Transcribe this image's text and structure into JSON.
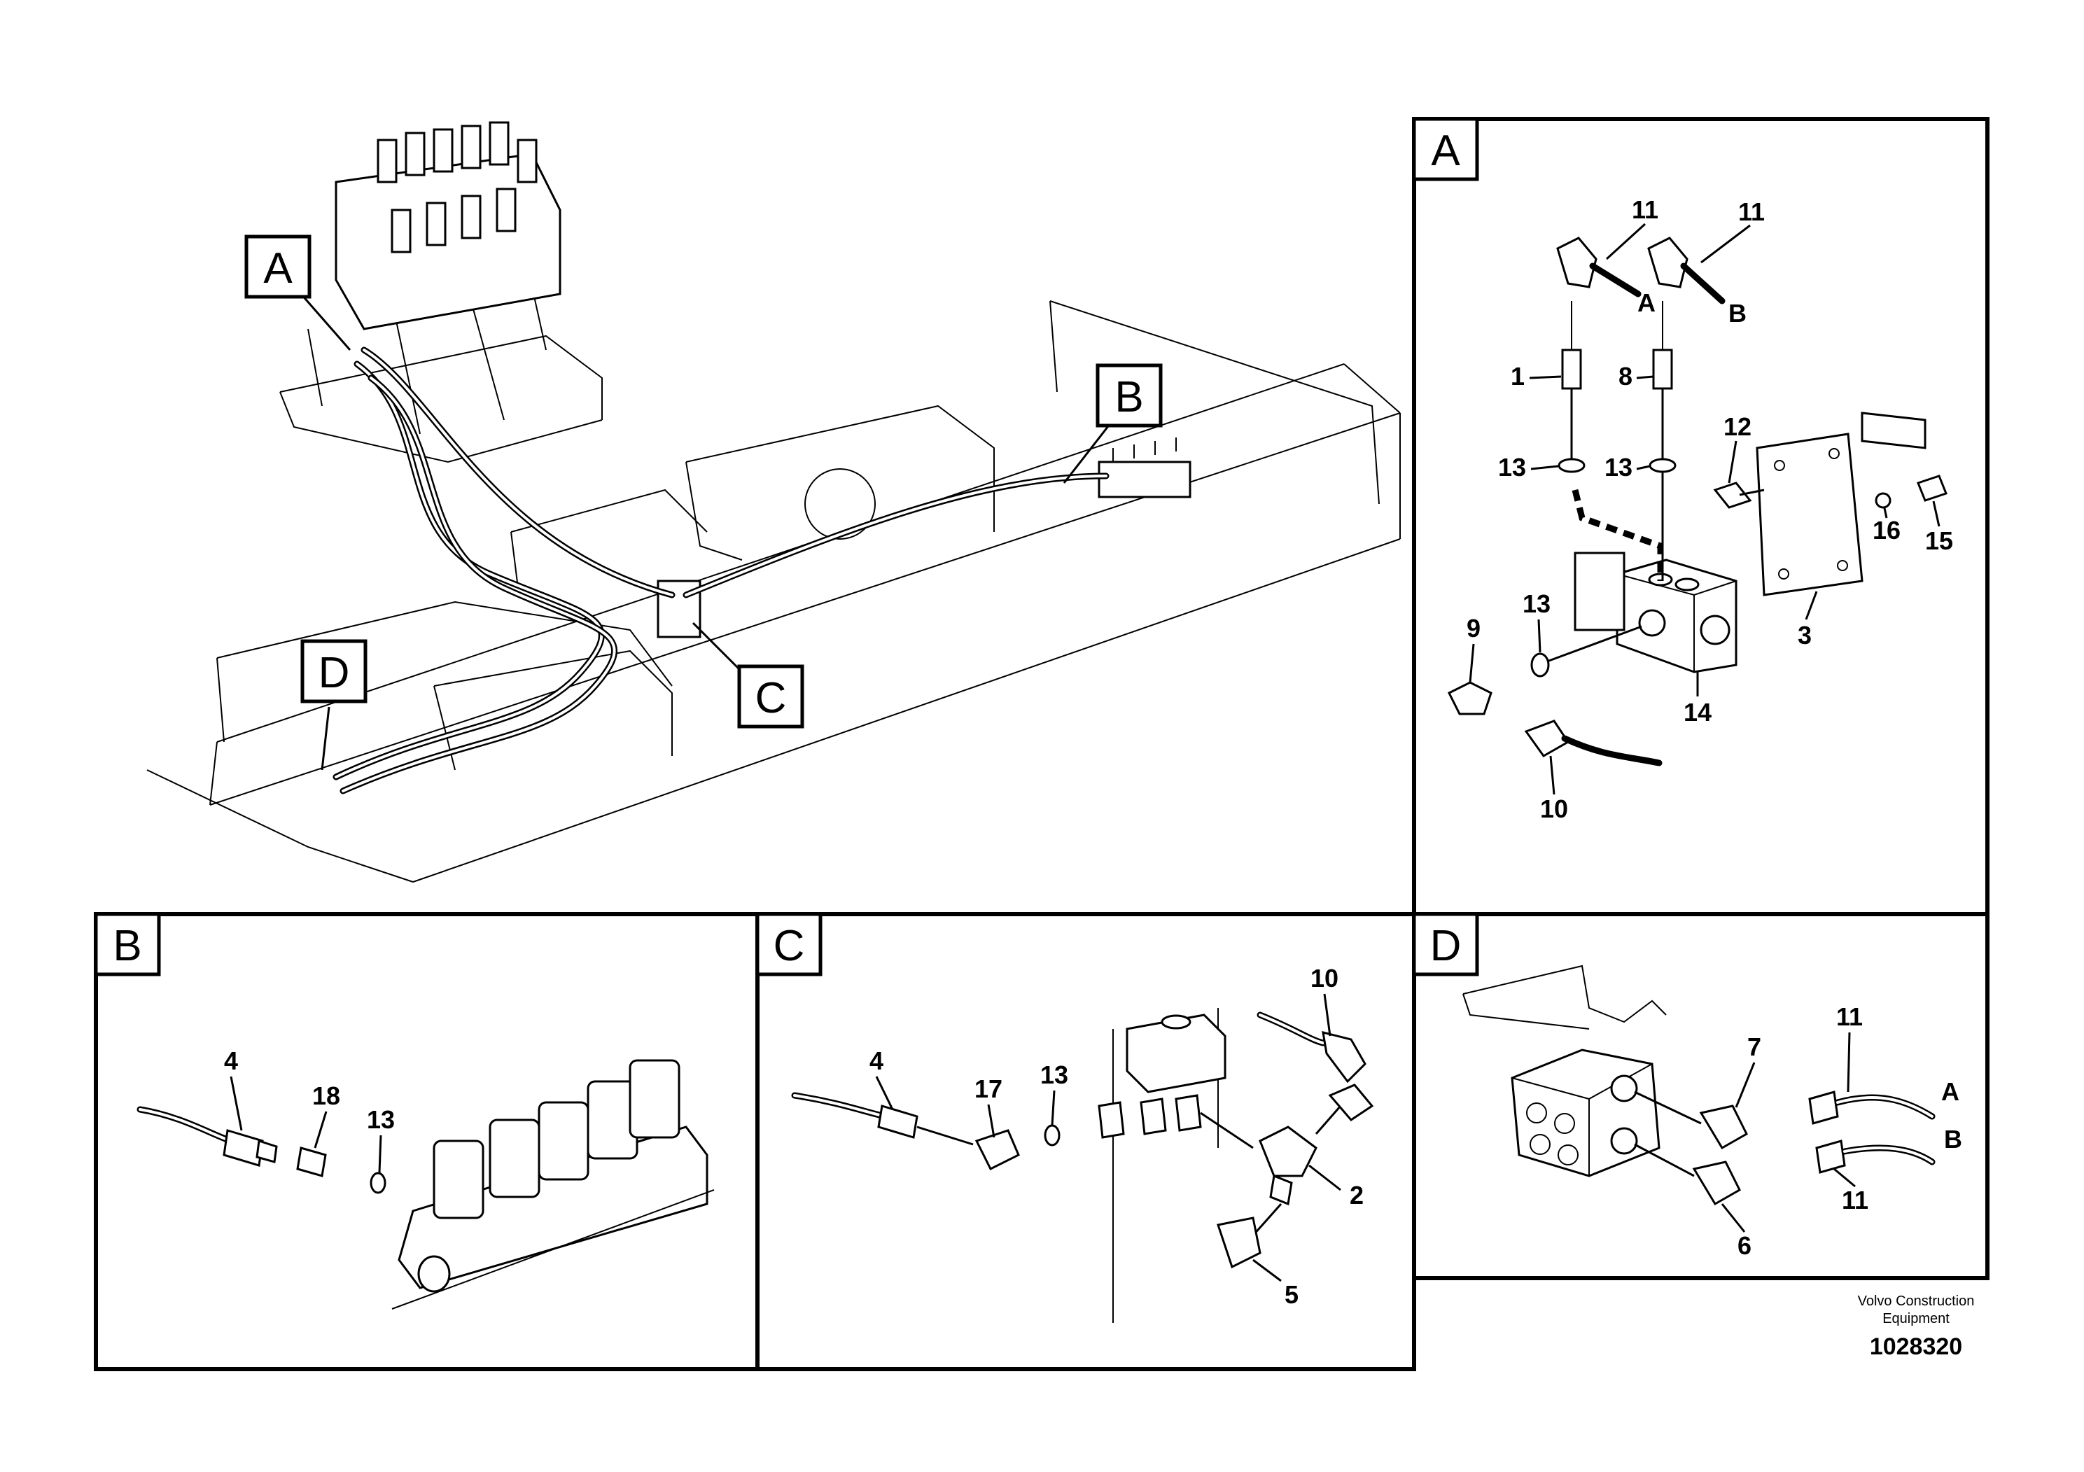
{
  "panels": {
    "A": {
      "letter": "A",
      "callouts": [
        "11",
        "11",
        "1",
        "8",
        "12",
        "13",
        "13",
        "16",
        "15",
        "9",
        "13",
        "3",
        "14",
        "10"
      ],
      "hose_letters": [
        "A",
        "B"
      ]
    },
    "B": {
      "letter": "B",
      "callouts": [
        "4",
        "18",
        "13"
      ]
    },
    "C": {
      "letter": "C",
      "callouts": [
        "10",
        "4",
        "17",
        "13",
        "2",
        "5"
      ]
    },
    "D": {
      "letter": "D",
      "callouts": [
        "11",
        "7",
        "11",
        "6"
      ],
      "hose_letters": [
        "A",
        "B"
      ]
    }
  },
  "overview_labels": [
    "A",
    "B",
    "C",
    "D"
  ],
  "footer": {
    "line1": "Volvo Construction",
    "line2": "Equipment",
    "drawing_number": "1028320"
  }
}
